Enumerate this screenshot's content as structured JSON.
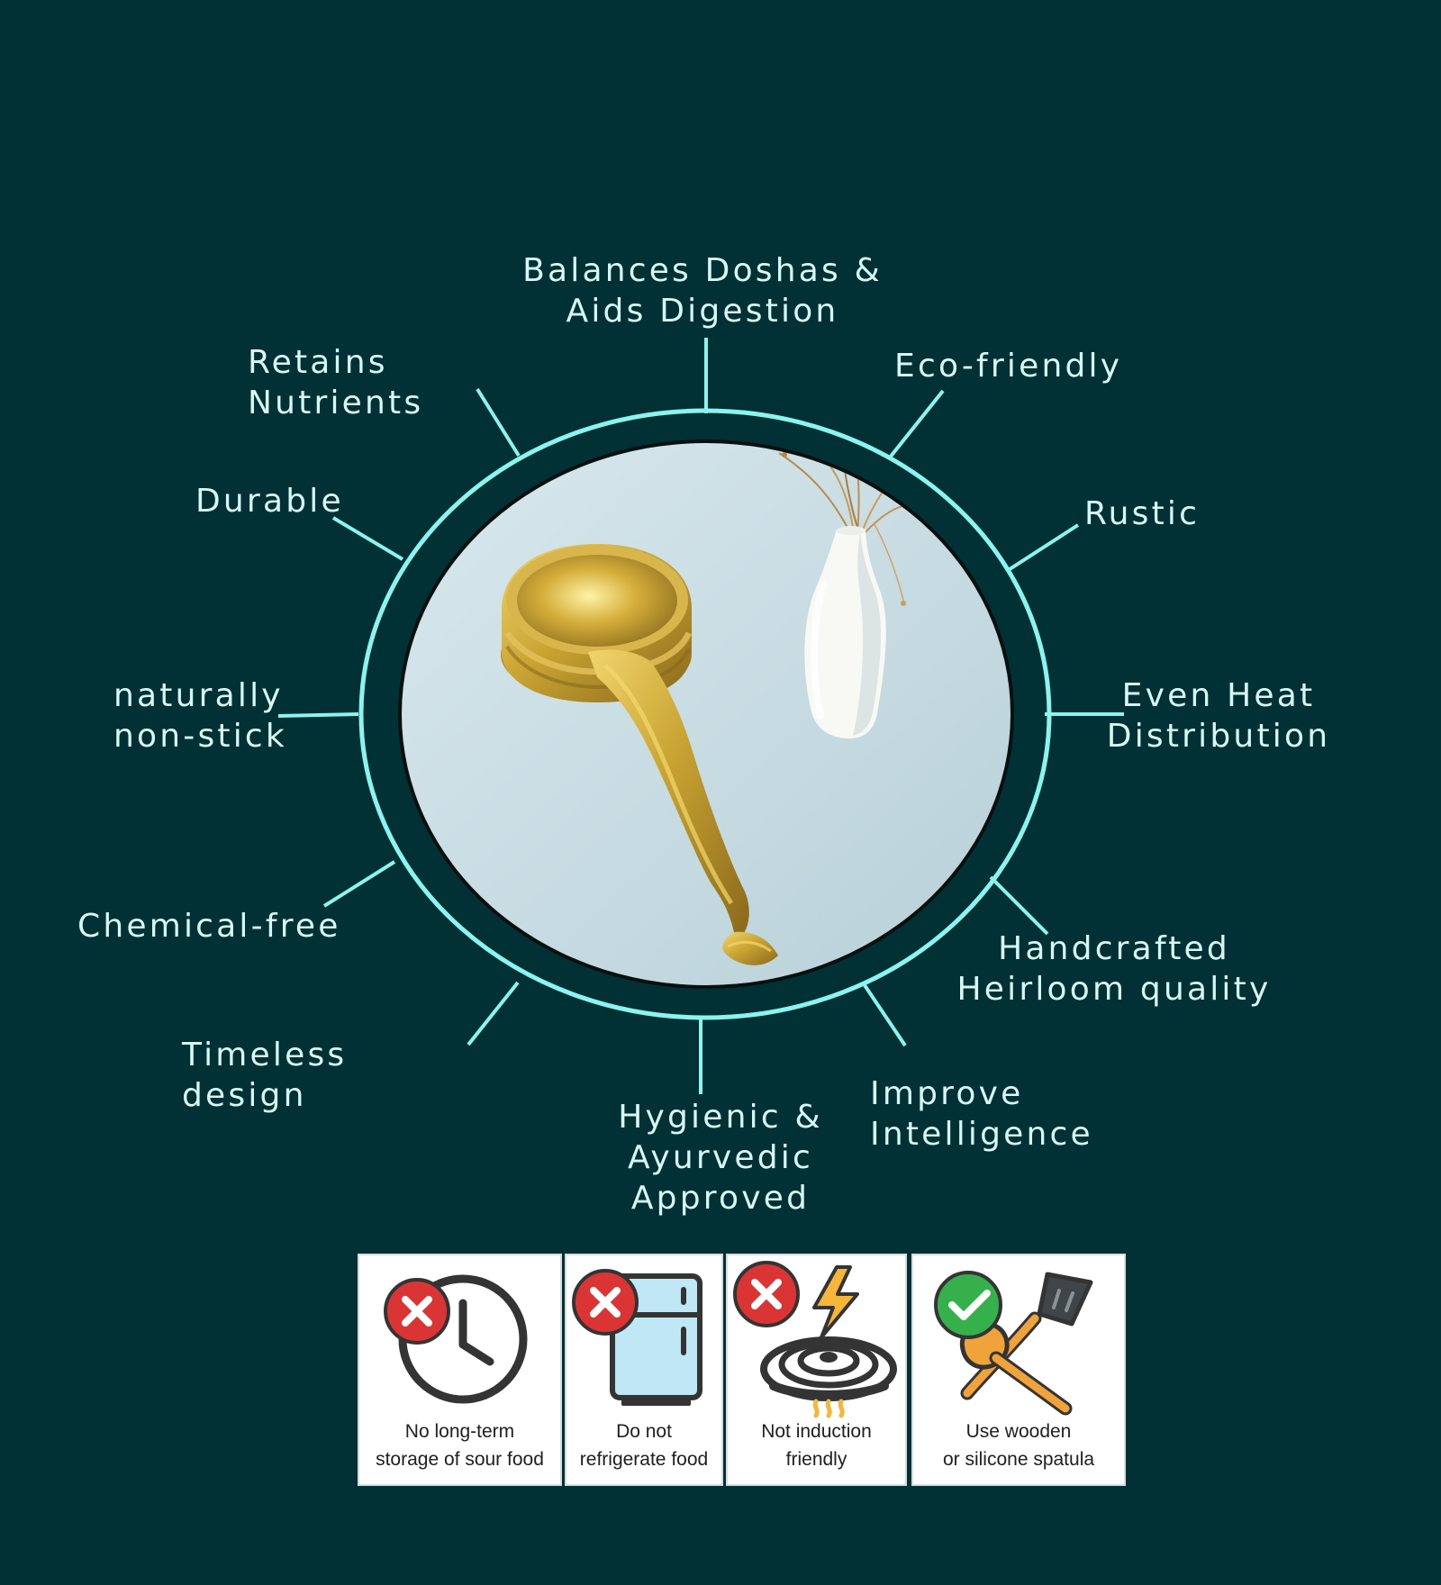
{
  "features": {
    "balances": "Balances Doshas &\nAids Digestion",
    "retains": "Retains Nutrients",
    "eco": "Eco-friendly",
    "durable": "Durable",
    "rustic": "Rustic",
    "nonstick": "naturally\nnon-stick",
    "even_heat": "Even Heat\nDistribution",
    "chemical": "Chemical-free",
    "handcrafted": "Handcrafted\nHeirloom quality",
    "timeless": "Timeless design",
    "intelligence": "Improve Intelligence",
    "hygienic": "Hygienic &\nAyurvedic Approved"
  },
  "care": [
    {
      "label": "No long-term\nstorage of sour food",
      "icon": "no-clock-icon",
      "status": "prohibited"
    },
    {
      "label": "Do not\nrefrigerate food",
      "icon": "no-fridge-icon",
      "status": "prohibited"
    },
    {
      "label": "Not induction\nfriendly",
      "icon": "no-induction-icon",
      "status": "prohibited"
    },
    {
      "label": "Use wooden\nor silicone spatula",
      "icon": "wooden-spatula-icon",
      "status": "allowed"
    }
  ],
  "colors": {
    "background": "#013135",
    "ring": "#8cf4ee",
    "text": "#d8f7f4",
    "prohibited": "#db3434",
    "allowed": "#35b04a",
    "brass": "#c9a433"
  }
}
